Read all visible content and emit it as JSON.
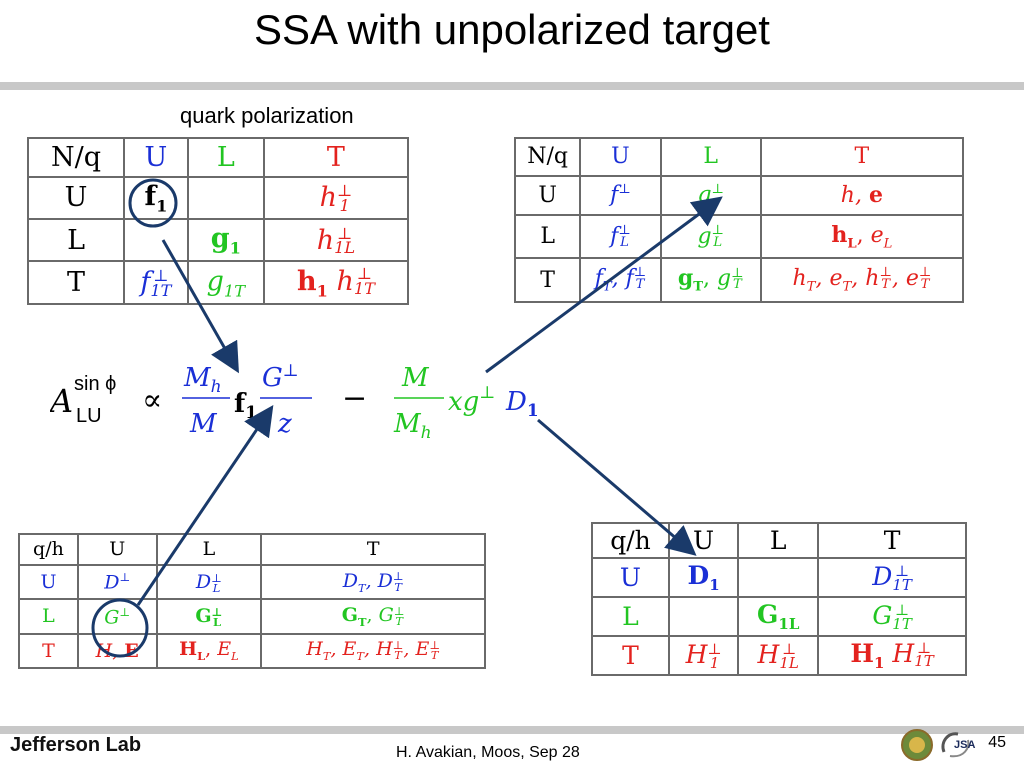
{
  "slide": {
    "title": "SSA with unpolarized  target",
    "subtitle": "quark polarization",
    "footer": "H. Avakian, Moos, Sep 28",
    "page_number": "45",
    "logo_text": "Jefferson Lab",
    "logo2_text": "JSA"
  },
  "table1": {
    "header": [
      "N/q",
      "U",
      "L",
      "T"
    ],
    "row_labels": [
      "U",
      "L",
      "T"
    ]
  },
  "table2": {
    "header": [
      "N/q",
      "U",
      "L",
      "T"
    ],
    "row_labels": [
      "U",
      "L",
      "T"
    ]
  },
  "table3": {
    "header": [
      "q/h",
      "U",
      "L",
      "T"
    ],
    "row_labels": [
      "U",
      "L",
      "T"
    ]
  },
  "table4": {
    "header": [
      "q/h",
      "U",
      "L",
      "T"
    ],
    "row_labels": [
      "U",
      "L",
      "T"
    ]
  },
  "formula": {
    "asym_superscript": "sin ϕ",
    "asym_subscript": "LU",
    "minus": "−"
  },
  "colors": {
    "blue": "#1a2fd6",
    "green": "#22c522",
    "red": "#e3221e",
    "arrow": "#1a3a6a",
    "bar": "#c8c8c8"
  }
}
